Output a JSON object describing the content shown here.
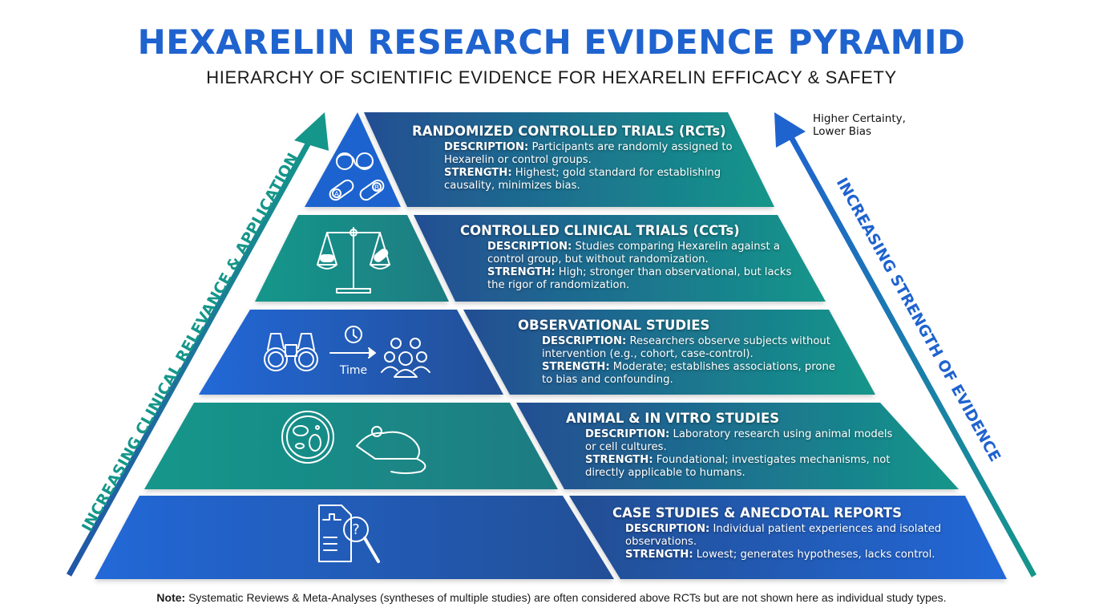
{
  "header": {
    "title": "HEXARELIN RESEARCH EVIDENCE PYRAMID",
    "subtitle": "HIERARCHY OF SCIENTIFIC EVIDENCE FOR HEXARELIN EFFICACY & SAFETY"
  },
  "left_axis": {
    "label": "INCREASING CLINICAL RELEVANCE & APPLICATION",
    "color": "#15968a"
  },
  "right_axis": {
    "label": "INCREASING STRENGTH OF EVIDENCE",
    "annotation_line1": "Higher Certainty,",
    "annotation_line2": "Lower Bias",
    "color": "#1f63cf"
  },
  "tiers": [
    {
      "rank": 1,
      "title": "RANDOMIZED CONTROLLED TRIALS (RCTs)",
      "description_label": "DESCRIPTION:",
      "description": "Participants are randomly assigned to Hexarelin or control groups.",
      "strength_label": "STRENGTH:",
      "strength": "Highest; gold standard for establishing causality, minimizes bias.",
      "icon": "infinity-gears-and-capsules-icon",
      "icon_labels": [
        "A",
        "B"
      ],
      "left_color": "#1f63cf",
      "right_color": "#15968a"
    },
    {
      "rank": 2,
      "title": "CONTROLLED CLINICAL TRIALS (CCTs)",
      "description_label": "DESCRIPTION:",
      "description": "Studies comparing Hexarelin against a control group, but without randomization.",
      "strength_label": "STRENGTH:",
      "strength": "High; stronger than observational, but lacks the rigor of randomization.",
      "icon": "balance-scale-icon",
      "left_color": "#15968a",
      "right_color": "#15968a"
    },
    {
      "rank": 3,
      "title": "OBSERVATIONAL STUDIES",
      "description_label": "DESCRIPTION:",
      "description": "Researchers observe subjects without intervention (e.g., cohort, case-control).",
      "strength_label": "STRENGTH:",
      "strength": "Moderate; establishes associations, prone to bias and confounding.",
      "icon": "binoculars-time-group-icon",
      "icon_labels": [
        "Time"
      ],
      "left_color": "#1f63cf",
      "right_color": "#15968a"
    },
    {
      "rank": 4,
      "title": "ANIMAL & IN VITRO STUDIES",
      "description_label": "DESCRIPTION:",
      "description": "Laboratory research using animal models or cell cultures.",
      "strength_label": "STRENGTH:",
      "strength": "Foundational; investigates mechanisms, not directly applicable to humans.",
      "icon": "petri-dish-and-mouse-icon",
      "left_color": "#15968a",
      "right_color": "#15968a"
    },
    {
      "rank": 5,
      "title": "CASE STUDIES & ANECDOTAL REPORTS",
      "description_label": "DESCRIPTION:",
      "description": "Individual patient experiences and isolated observations.",
      "strength_label": "STRENGTH:",
      "strength": "Lowest; generates hypotheses, lacks control.",
      "icon": "medical-report-magnifier-icon",
      "left_color": "#1f63cf",
      "right_color": "#1f63cf"
    }
  ],
  "footer": {
    "note_label": "Note:",
    "note_text": "Systematic Reviews & Meta-Analyses (syntheses of multiple studies) are often considered above RCTs but are not shown here as individual study types."
  }
}
